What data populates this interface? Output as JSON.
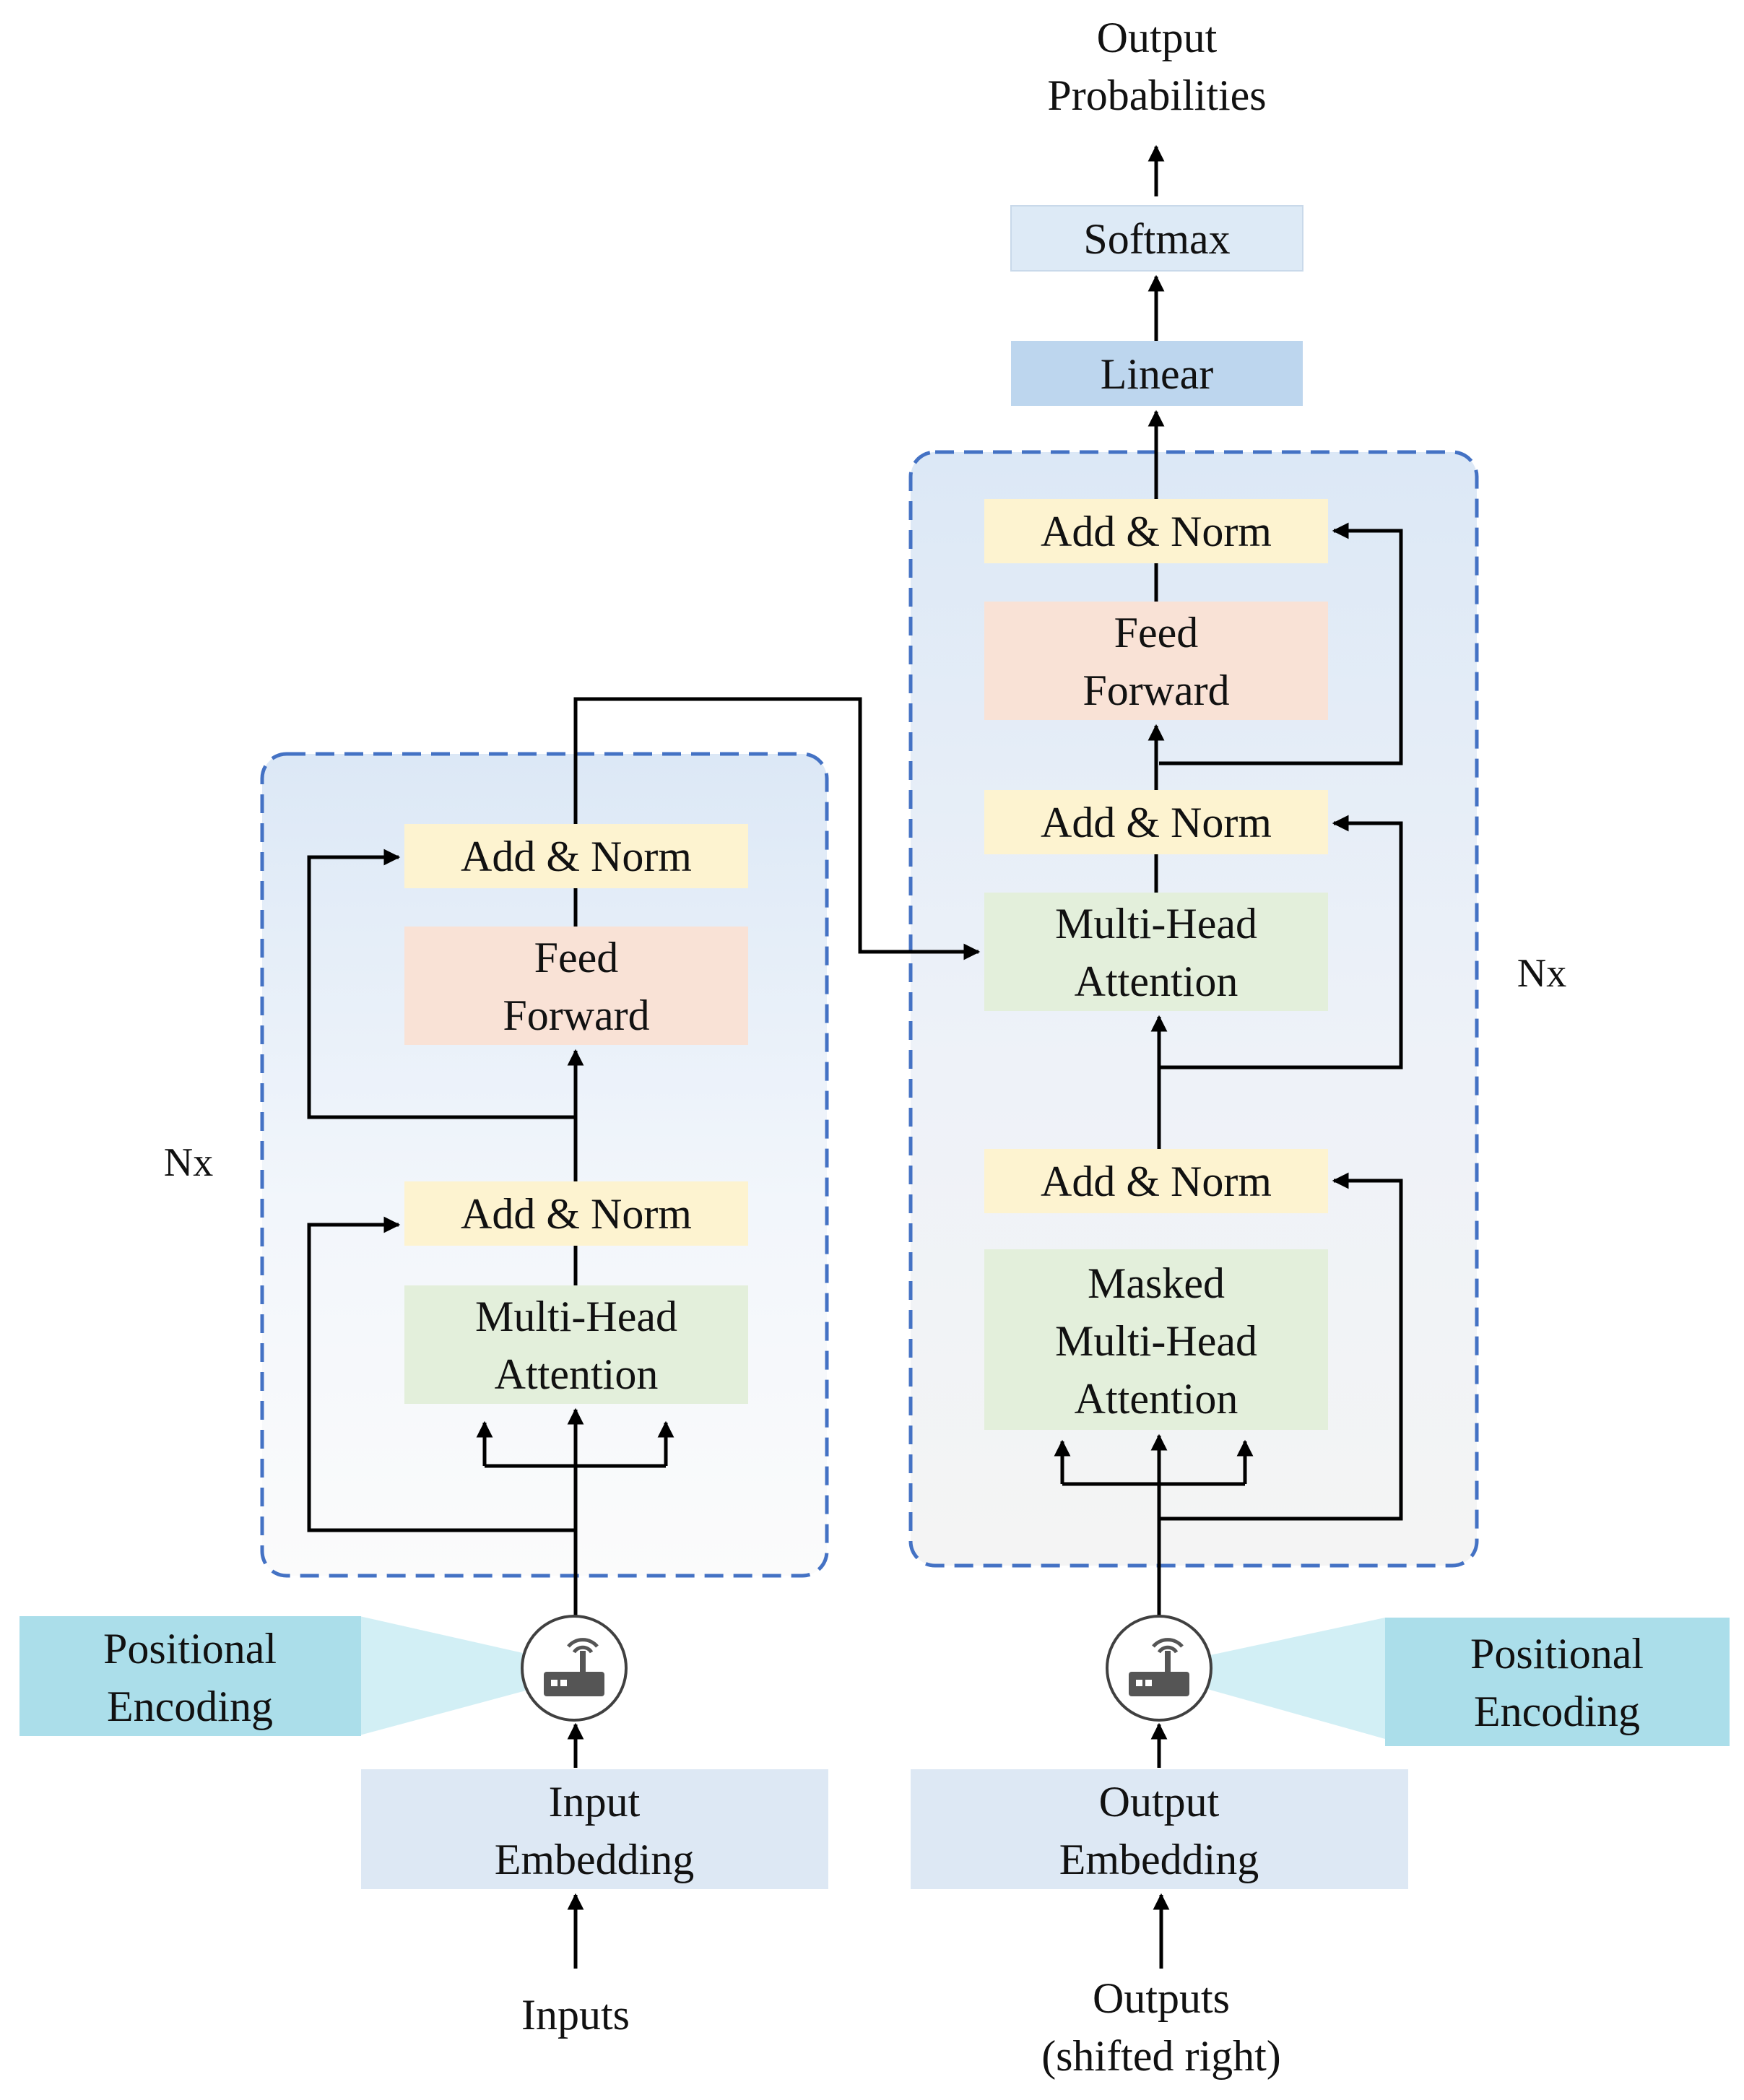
{
  "colors": {
    "add_norm": "#fdf3d0",
    "feed_forward": "#f9e2d6",
    "attention": "#e3efdb",
    "embedding": "#dde8f4",
    "softmax": "#ddeaf6",
    "linear": "#bdd6ee",
    "positional_encoding": "#abdeea",
    "block_border": "#4472c4",
    "arrow": "#000000"
  },
  "encoder": {
    "repeat_label": "Nx",
    "add_norm_top": [
      "Add & Norm"
    ],
    "feed_forward": [
      "Feed",
      "Forward"
    ],
    "add_norm_bottom": [
      "Add & Norm"
    ],
    "attention": [
      "Multi-Head",
      "Attention"
    ],
    "positional_encoding": [
      "Positional",
      "Encoding"
    ],
    "positional_encoding_icon": "router-icon",
    "embedding": [
      "Input",
      "Embedding"
    ],
    "input_label": [
      "Inputs"
    ]
  },
  "decoder": {
    "repeat_label": "Nx",
    "add_norm_top": [
      "Add & Norm"
    ],
    "feed_forward": [
      "Feed",
      "Forward"
    ],
    "add_norm_middle": [
      "Add & Norm"
    ],
    "cross_attention": [
      "Multi-Head",
      "Attention"
    ],
    "add_norm_bottom": [
      "Add & Norm"
    ],
    "masked_attention": [
      "Masked",
      "Multi-Head",
      "Attention"
    ],
    "positional_encoding": [
      "Positional",
      "Encoding"
    ],
    "positional_encoding_icon": "router-icon",
    "embedding": [
      "Output",
      "Embedding"
    ],
    "input_label": [
      "Outputs",
      "(shifted right)"
    ]
  },
  "head": {
    "linear": [
      "Linear"
    ],
    "softmax": [
      "Softmax"
    ],
    "output_label": [
      "Output",
      "Probabilities"
    ]
  }
}
